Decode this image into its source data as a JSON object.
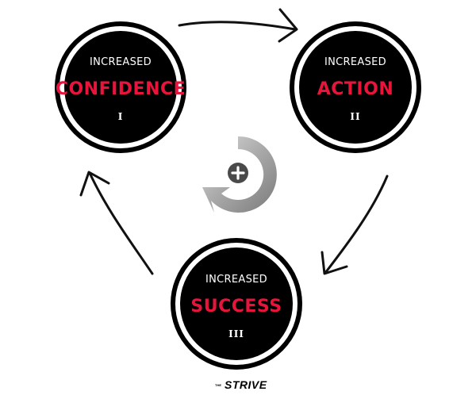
{
  "colors": {
    "accent": "#e8143c",
    "circle_fill": "#000000",
    "center_icon": "#9e9e9e"
  },
  "nodes": [
    {
      "label": "INCREASED",
      "title": "CONFIDENCE",
      "numeral": "I"
    },
    {
      "label": "INCREASED",
      "title": "ACTION",
      "numeral": "II"
    },
    {
      "label": "INCREASED",
      "title": "SUCCESS",
      "numeral": "III"
    }
  ],
  "center_icon": "cycle-plus-icon",
  "brand": {
    "prefix": "THE",
    "name": "STRIVE"
  }
}
